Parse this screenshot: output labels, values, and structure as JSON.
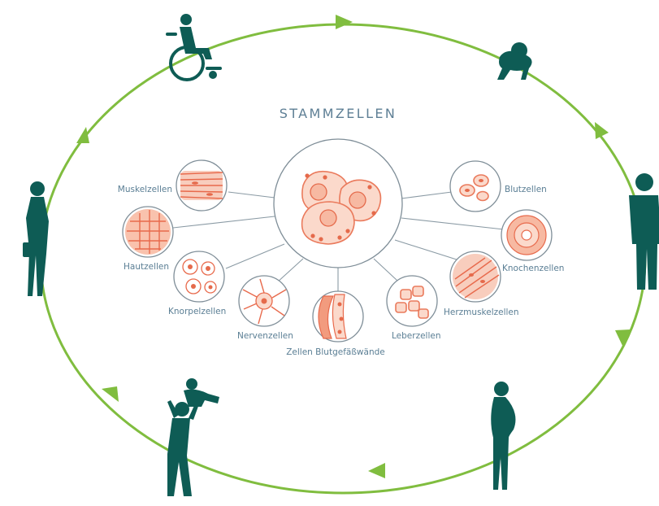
{
  "title": "STAMMZELLEN",
  "cell_types": {
    "muskel": "Muskelzellen",
    "haut": "Hautzellen",
    "knorpel": "Knorpelzellen",
    "nerven": "Nervenzellen",
    "blutgefaess": "Zellen Blutgefäßwände",
    "leber": "Leberzellen",
    "herzmuskel": "Herzmuskelzellen",
    "knochen": "Knochenzellen",
    "blut": "Blutzellen"
  },
  "life_cycle_figures": [
    "wheelchair-user-icon",
    "crawling-baby-icon",
    "adult-man-icon",
    "pregnant-woman-icon",
    "parent-lifting-child-icon",
    "woman-with-handbag-icon"
  ],
  "colors": {
    "cycle": "#80bd3f",
    "cells": "#ea7a5c",
    "figures": "#0e5c55",
    "text": "#5a7e94"
  }
}
